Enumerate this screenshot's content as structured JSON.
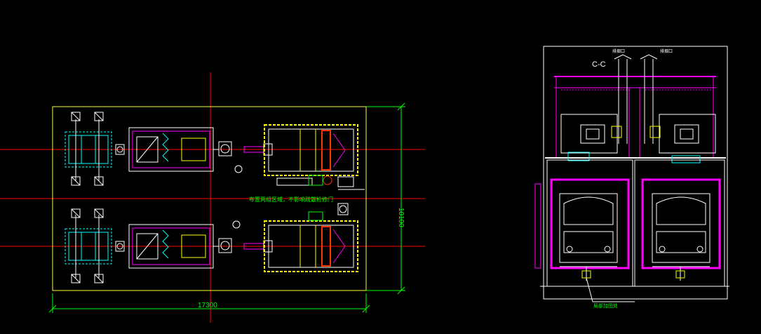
{
  "colors": {
    "background": "#000000",
    "outline": "#ffffff",
    "dimension": "#00ff00",
    "axis": "#ff0000",
    "yellow": "#ffff00",
    "magenta": "#ff00ff",
    "cyan": "#00ffff",
    "note": "#00ff00"
  },
  "plan": {
    "dim_width": "17300",
    "dim_height": "10100",
    "note": "布置两组区域，不影响疏散检修门"
  },
  "section": {
    "label": "C-C",
    "vent_label_left": "排烟口",
    "vent_label_right": "排烟口",
    "bottom_note": "局部加固处"
  }
}
